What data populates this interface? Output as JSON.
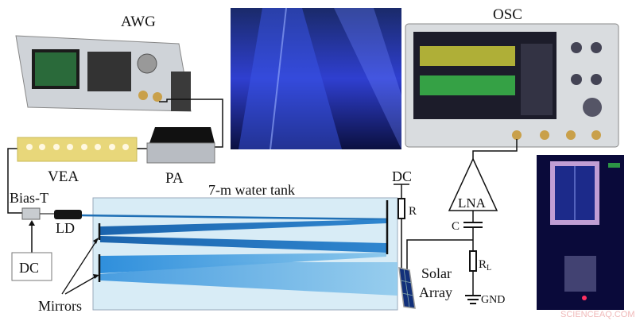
{
  "labels": {
    "awg": "AWG",
    "osc": "OSC",
    "vea": "VEA",
    "pa": "PA",
    "tank": "7-m water tank",
    "bias_t": "Bias-T",
    "ld": "LD",
    "dc_left": "DC",
    "mirrors": "Mirrors",
    "dc_right": "DC",
    "r": "R",
    "lna": "LNA",
    "c": "C",
    "rl": "R",
    "rl_sub": "L",
    "gnd": "GND",
    "solar": "Solar",
    "array": "Array"
  },
  "watermark": "SCIENCEAQ.COM",
  "colors": {
    "tank_fill": "#d8ecf6",
    "beam_dark": "#1f6fb5",
    "beam_light": "#3f9ee0",
    "vea_yellow": "#e8d77a",
    "photo_night": "#0a0a3a"
  }
}
